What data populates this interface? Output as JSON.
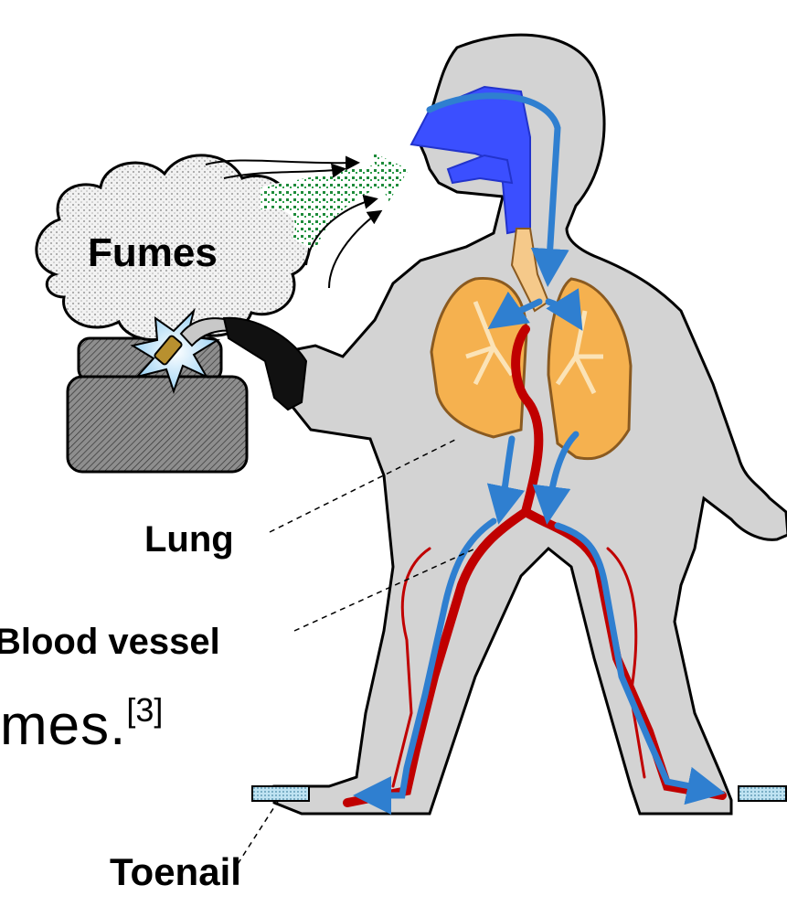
{
  "labels": {
    "fumes": "Fumes",
    "lung": "Lung",
    "blood_vessel": "Blood vessel",
    "toenail": "Toenail"
  },
  "caption": {
    "text": "mes.",
    "reference": "[3]"
  },
  "colors": {
    "body": "#d3d3d3",
    "airway": "#3b4fff",
    "lung": "#f5b14f",
    "artery": "#c00000",
    "vein": "#2f7fd0",
    "work_piece": "#5a5a5a"
  }
}
